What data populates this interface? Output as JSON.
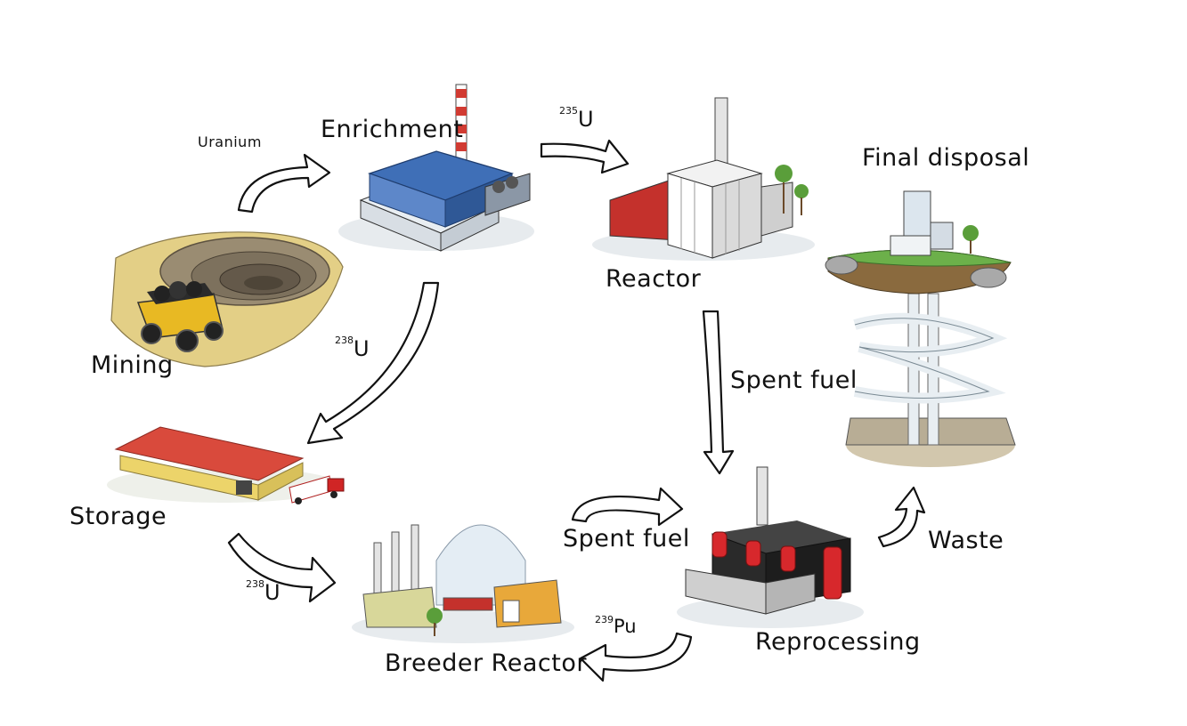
{
  "stages": {
    "mining": "Mining",
    "enrichment": "Enrichment",
    "reactor": "Reactor",
    "final_disposal": "Final disposal",
    "storage": "Storage",
    "breeder_reactor": "Breeder Reactor",
    "reprocessing": "Reprocessing"
  },
  "flows": {
    "uranium": "Uranium",
    "u235": {
      "mass": "235",
      "symbol": "U"
    },
    "u238_enrichment_storage": {
      "mass": "238",
      "symbol": "U"
    },
    "spent_fuel_reactor": "Spent fuel",
    "spent_fuel_breeder": "Spent fuel",
    "u238_storage_breeder": {
      "mass": "238",
      "symbol": "U"
    },
    "pu239": {
      "mass": "239",
      "symbol": "Pu"
    },
    "waste": "Waste"
  },
  "colors": {
    "ink": "#111111",
    "enrichment_blue": "#3f6fb7",
    "reactor_red": "#c9262b",
    "storage_yellow": "#ecd46a",
    "roof_red": "#d94a3c",
    "grass": "#5a9e3a",
    "soil": "#8a6a3e"
  }
}
